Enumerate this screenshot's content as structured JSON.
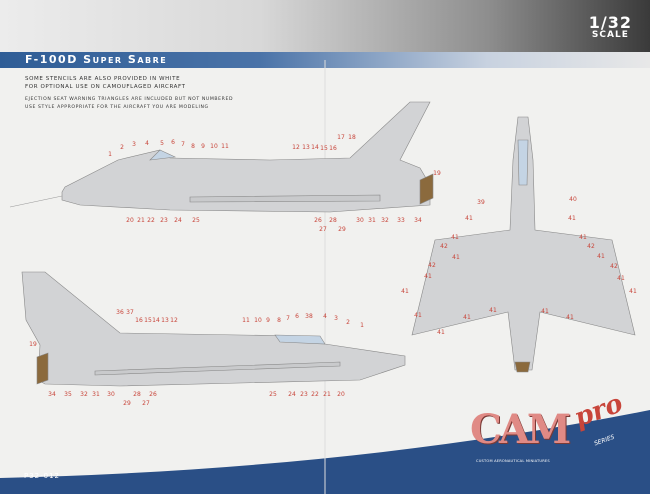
{
  "header": {
    "scale_value": "1/32",
    "scale_label": "SCALE",
    "title": "F-100D Super Sabre"
  },
  "notes": [
    "Some stencils are also provided in White",
    "for optional use on camouflaged aircraft",
    "Ejection seat warning triangles are included but not numbered",
    "Use style appropriate for the aircraft you are modeling"
  ],
  "left_profile_callouts": [
    "1",
    "2",
    "3",
    "4",
    "5",
    "6",
    "7",
    "8",
    "9",
    "10",
    "11",
    "12",
    "13",
    "14",
    "15",
    "16",
    "17",
    "18",
    "19",
    "20",
    "21",
    "22",
    "23",
    "24",
    "25",
    "26",
    "27",
    "28",
    "29",
    "30",
    "31",
    "32",
    "33",
    "34"
  ],
  "right_profile_callouts": [
    "36",
    "37",
    "16",
    "15",
    "14",
    "13",
    "12",
    "11",
    "10",
    "9",
    "8",
    "7",
    "6",
    "38",
    "4",
    "3",
    "2",
    "1",
    "19",
    "34",
    "35",
    "32",
    "31",
    "30",
    "29",
    "28",
    "27",
    "26",
    "25",
    "24",
    "23",
    "22",
    "21",
    "20"
  ],
  "plan_view_callouts": [
    "39",
    "40",
    "41",
    "41",
    "41",
    "41",
    "42",
    "42",
    "42",
    "42",
    "41",
    "41",
    "41",
    "41",
    "41",
    "41",
    "41",
    "41",
    "41",
    "41",
    "41",
    "41"
  ],
  "footer": {
    "code": "P32-012",
    "logo_main": "CAM",
    "logo_pro": "pro",
    "logo_series": "SERIES",
    "logo_tagline": "CUSTOM AERONAUTICAL MINIATURES"
  },
  "colors": {
    "accent": "#2f5d96",
    "callout": "#c8453a",
    "aircraft": "#d2d3d5"
  }
}
